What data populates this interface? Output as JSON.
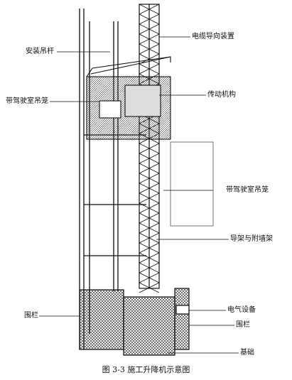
{
  "labels": {
    "install_boom": "安装吊杆",
    "cable_guide": "电缆导向装置",
    "cab_cage_left": "带驾驶室吊笼",
    "drive_mechanism": "传动机构",
    "cab_cage_right": "带驾驶室吊笼",
    "guide_mast": "导架与附墙架",
    "electrical": "电气设备",
    "fence_left": "围栏",
    "fence_right": "围栏",
    "foundation": "基础"
  },
  "caption": "图 3-3  施工升降机示意图"
}
